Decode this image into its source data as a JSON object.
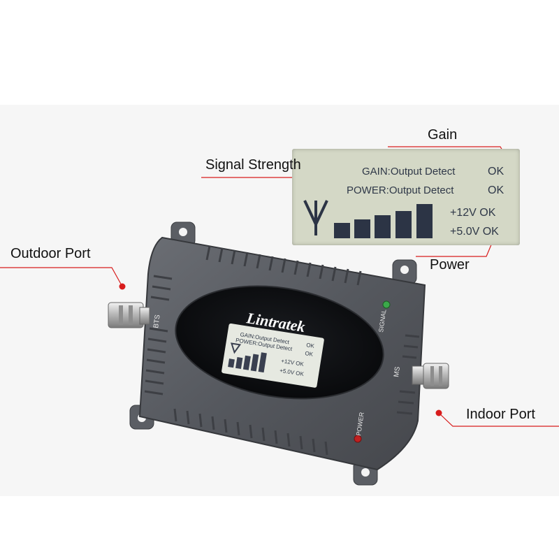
{
  "callouts": {
    "gain": "Gain",
    "signal_strength": "Signal Strength",
    "outdoor_port": "Outdoor Port",
    "power": "Power",
    "indoor_port": "Indoor Port"
  },
  "zoomed_display": {
    "row1_label": "GAIN:Output Detect",
    "row1_status": "OK",
    "row2_label": "POWER:Output Detect",
    "row2_status": "OK",
    "voltage1": "+12V OK",
    "voltage2": "+5.0V OK",
    "signal_bars": 5
  },
  "device": {
    "brand": "Lintratek",
    "small_display": {
      "row1_label": "GAIN:Output Detect",
      "row1_status": "OK",
      "row2_label": "POWER:Output Detect",
      "row2_status": "OK",
      "voltage1": "+12V OK",
      "voltage2": "+5.0V OK"
    },
    "port_labels": {
      "outdoor": "BTS",
      "indoor": "MS"
    },
    "led_labels": {
      "signal": "SIGNAL",
      "power": "POWER"
    }
  },
  "colors": {
    "callout_line": "#d81c1c",
    "device_body": "#5b5e64",
    "lcd_background": "#d4d8c6"
  }
}
